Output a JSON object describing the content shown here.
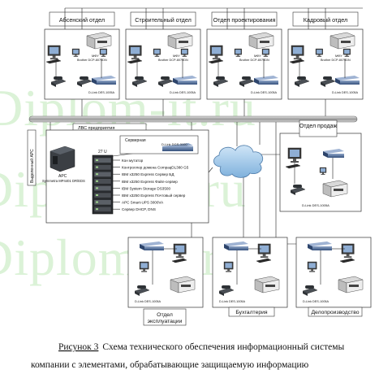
{
  "watermark": "Diplom-it.ru",
  "departments": {
    "abs": "Абсенский отдел",
    "build": "Строительный отдел",
    "design": "Отдел проектирования",
    "hr": "Кадровый отдел",
    "sales": "Отдел продаж",
    "ops": "Отдел эксплуатации",
    "acct": "Бухгалтерия",
    "docs": "Делопроизводство"
  },
  "mfu_label": "МФУ",
  "mfu_model": "Brother DCP-8070DN",
  "switch_label": "D-Link DES-1005A",
  "backbone_label": "ЛВС предприятия",
  "dedicated_label": "Выделенный АРС",
  "arc_label": "АРС",
  "arc_model": "Symmetra MP4401 DR/EDS",
  "rack_unit": "27 U",
  "server_room": "Серверная",
  "core_switch": "D-Link DGS-3100",
  "servers": [
    "Кон мутатор",
    "Контроллер домена CompaqDL380 G5",
    "IBM x3250 Express Сервер БД",
    "IBM x3250 Express Файл-сервер",
    "IBM System Storage DS3500",
    "IBM x3250 Express Почтовый сервер",
    "АРС Smart-UPS 3000VA",
    "Сервер DHCP, DNS"
  ],
  "caption": {
    "fig": "Рисунок 3",
    "line1": "Схема технического обеспечения информационный системы",
    "line2": "компании с элементами, обрабатывающие защищаемую информацию"
  }
}
